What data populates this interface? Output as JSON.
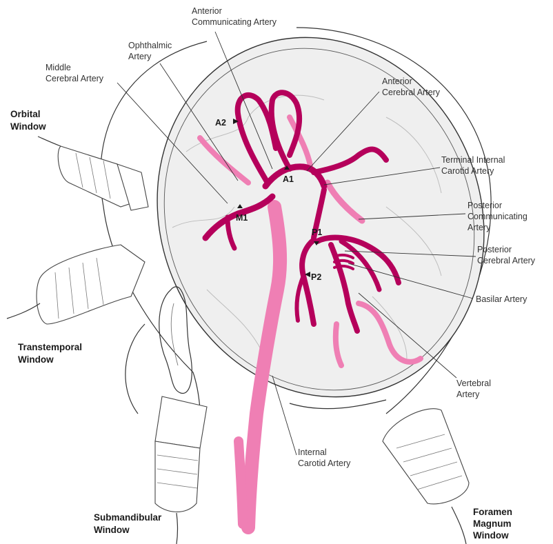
{
  "colors": {
    "artery_dark": "#b5005b",
    "artery_light": "#ef7fb4",
    "brain_fill": "#efefef",
    "outline": "#333333"
  },
  "labels": {
    "anterior_communicating": [
      "Anterior",
      "Communicating Artery"
    ],
    "ophthalmic": [
      "Ophthalmic",
      "Artery"
    ],
    "middle_cerebral": [
      "Middle",
      "Cerebral Artery"
    ],
    "anterior_cerebral": [
      "Anterior",
      "Cerebral Artery"
    ],
    "terminal_ica": [
      "Terminal Internal",
      "Carotid Artery"
    ],
    "posterior_communicating": [
      "Posterior",
      "Communicating",
      "Artery"
    ],
    "posterior_cerebral": [
      "Posterior",
      "Cerebral Artery"
    ],
    "basilar": [
      "Basilar Artery"
    ],
    "vertebral": [
      "Vertebral",
      "Artery"
    ],
    "internal_carotid": [
      "Internal",
      "Carotid Artery"
    ]
  },
  "segments": {
    "a1": "A1",
    "a2": "A2",
    "m1": "M1",
    "p1": "P1",
    "p2": "P2"
  },
  "windows": {
    "orbital": [
      "Orbital",
      "Window"
    ],
    "transtemporal": [
      "Transtemporal",
      "Window"
    ],
    "submandibular": [
      "Submandibular",
      "Window"
    ],
    "foramen_magnum": [
      "Foramen",
      "Magnum",
      "Window"
    ]
  }
}
